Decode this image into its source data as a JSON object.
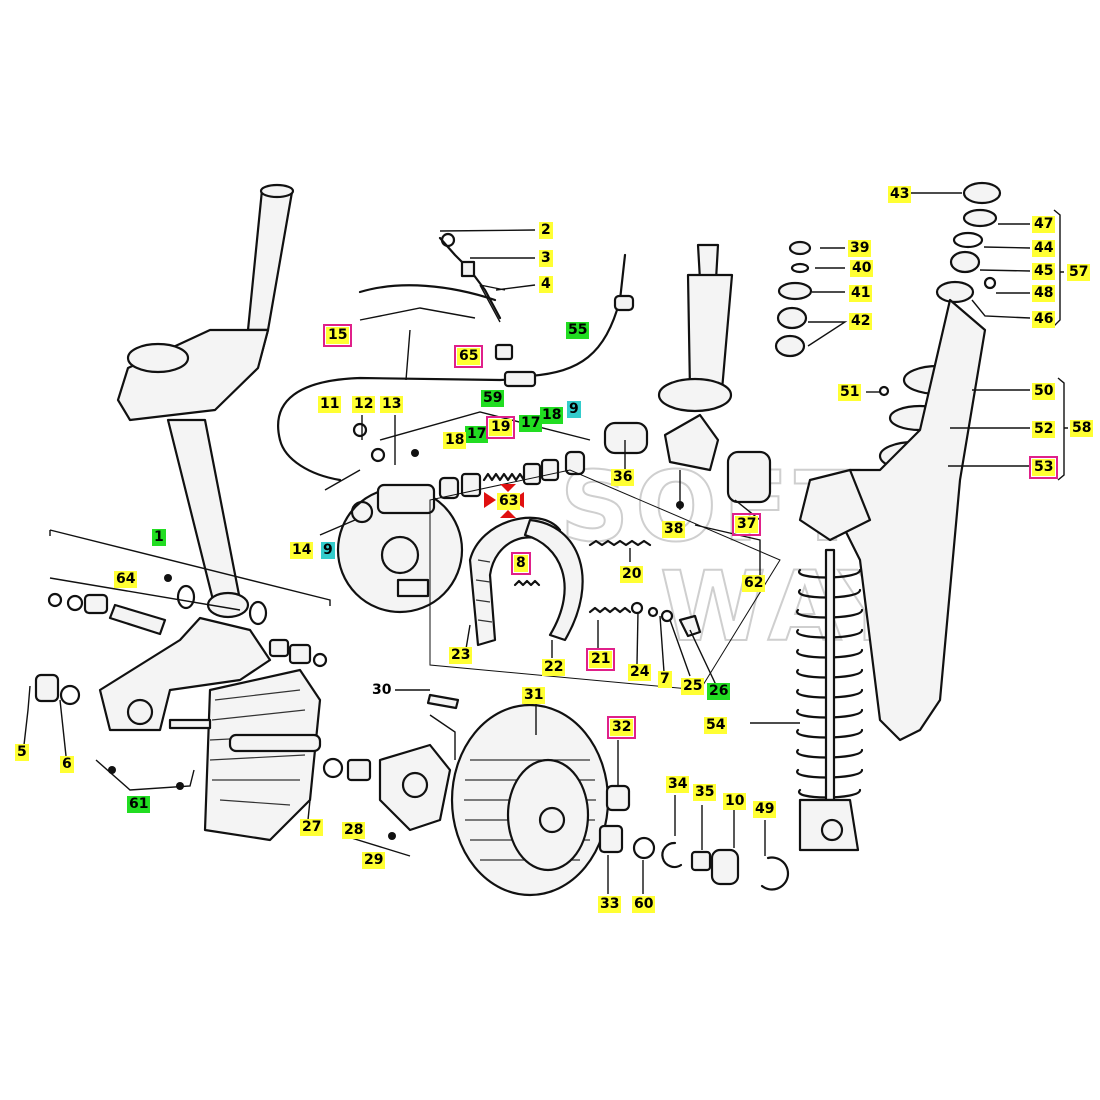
{
  "watermark": [
    "SOFT",
    "WAY"
  ],
  "callout_colors": {
    "yellow": "#ffff33",
    "green": "#22dd22",
    "cyan": "#33cccc",
    "box_outline": "#e0208a",
    "arrow": "#e01010"
  },
  "labels": {
    "p1": "1",
    "p2": "2",
    "p3": "3",
    "p4": "4",
    "p5": "5",
    "p6": "6",
    "p7": "7",
    "p8": "8",
    "p9a": "9",
    "p9b": "9",
    "p10": "10",
    "p11": "11",
    "p12": "12",
    "p13": "13",
    "p14": "14",
    "p15": "15",
    "p17a": "17",
    "p17b": "17",
    "p18a": "18",
    "p18b": "18",
    "p19": "19",
    "p20": "20",
    "p21": "21",
    "p22": "22",
    "p23": "23",
    "p24": "24",
    "p25": "25",
    "p26": "26",
    "p27": "27",
    "p28": "28",
    "p29": "29",
    "p30": "30",
    "p31": "31",
    "p32": "32",
    "p33": "33",
    "p34": "34",
    "p35": "35",
    "p36": "36",
    "p37": "37",
    "p38": "38",
    "p39": "39",
    "p40": "40",
    "p41": "41",
    "p42": "42",
    "p43": "43",
    "p44": "44",
    "p45": "45",
    "p46": "46",
    "p47": "47",
    "p48": "48",
    "p49": "49",
    "p50": "50",
    "p51": "51",
    "p52": "52",
    "p53": "53",
    "p54": "54",
    "p55": "55",
    "p57": "57",
    "p58": "58",
    "p59": "59",
    "p60": "60",
    "p61": "61",
    "p62": "62",
    "p63": "63",
    "p64": "64",
    "p65": "65"
  }
}
